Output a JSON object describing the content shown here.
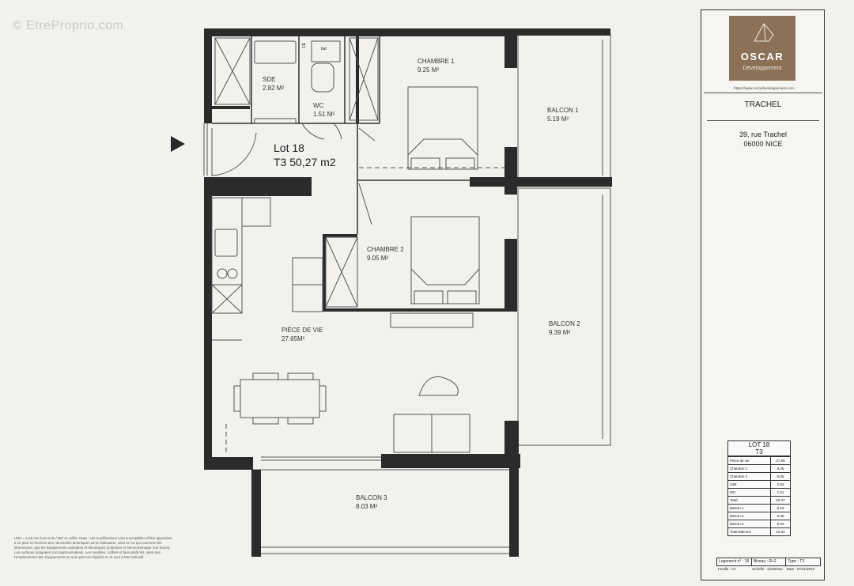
{
  "watermark": "© EtreProprio.com",
  "lot": {
    "line1": "Lot 18",
    "line2": "T3 50,27 m2"
  },
  "rooms": [
    {
      "name": "SDE",
      "area": "2.82 M²"
    },
    {
      "name": "WC",
      "area": "1.51 M²"
    },
    {
      "name": "CHAMBRE 1",
      "area": "9.25 M²"
    },
    {
      "name": "BALCON 1",
      "area": "5.19 M²"
    },
    {
      "name": "CHAMBRE 2",
      "area": "9.05 M²"
    },
    {
      "name": "PIÈCE DE VIE",
      "area": "27.65M²"
    },
    {
      "name": "BALCON 2",
      "area": "9.39 M²"
    },
    {
      "name": "BALCON 3",
      "area": "8.03 M²"
    }
  ],
  "labels": {
    "bal": "bal",
    "ce": "CE"
  },
  "notes": "HSP = 2,46 mm hors sols / WC et coffre. Nota : ces modifications sont susceptibles d'être apportées à ce plan en fonction des nécessités techniques de la réalisation, sans en ce qui concerne les dimensions, que les équipements sanitaires et électriques (colonnes et électroménager non fourni). Les surfaces indiquées sont approximatives. Les meubles, coffres et faux-plafonds, ainsi que l'emplacement des équipements ne sont pas tous figurés ou le sont à titre indicatif.",
  "cartouche": {
    "brand": "OSCAR",
    "brand_sub": "Développement",
    "url": "https://www.oscardeveloppement.com",
    "project": "TRACHEL",
    "address1": "39, rue Trachel",
    "address2": "06000 NICE",
    "table": {
      "title": "LOT 18",
      "type": "T3",
      "rows": [
        {
          "label": "Pièce de vie",
          "value": "27.65"
        },
        {
          "label": "Chambre 1",
          "value": "9.25"
        },
        {
          "label": "Chambre 2",
          "value": "9.05"
        },
        {
          "label": "SdE",
          "value": "2.82"
        },
        {
          "label": "WC",
          "value": "1.51"
        },
        {
          "label": "Total",
          "value": "50.27"
        },
        {
          "label": "Balcon 1",
          "value": "5.19"
        },
        {
          "label": "Balcon 2",
          "value": "9.39"
        },
        {
          "label": "Balcon 3",
          "value": "8.03"
        },
        {
          "label": "Total Balcons",
          "value": "22.62"
        }
      ]
    },
    "footer": {
      "logement": "Logement n° : 18",
      "niveau": "Niveau : R+2",
      "type": "Type : T3",
      "feuille": "Feuille : A3",
      "echelle": "Echelle : 1/100ème",
      "date": "Date : 07/11/2022"
    }
  },
  "colors": {
    "wall": "#2b2b2b",
    "brand": "#8b7257",
    "highlight": "#b94a4a"
  }
}
